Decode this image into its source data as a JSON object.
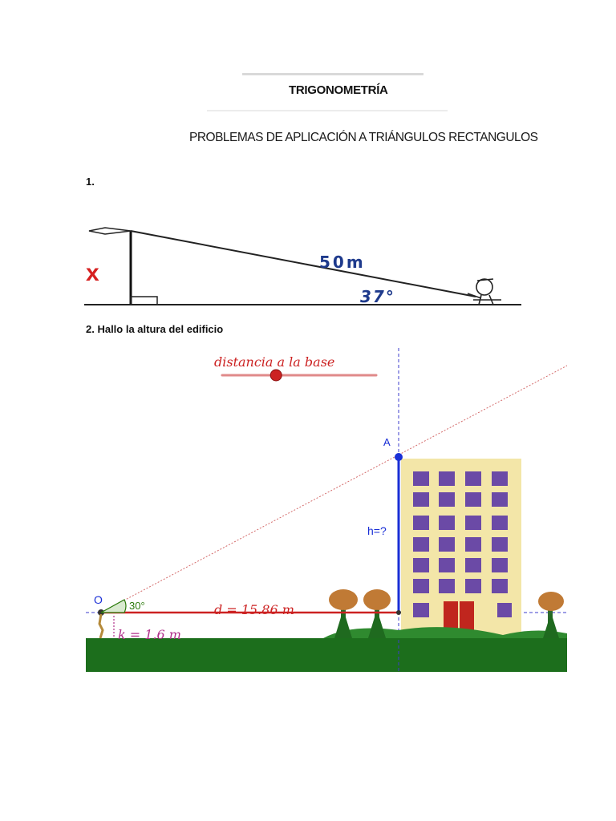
{
  "document": {
    "title": "TRIGONOMETRÍA",
    "subtitle": "PROBLEMAS DE APLICACIÓN A TRIÁNGULOS RECTANGULOS"
  },
  "problem1": {
    "number": "1.",
    "unknown_label": "x",
    "hypotenuse_label": "50m",
    "angle_label": "37°"
  },
  "problem2": {
    "heading": "2. Hallo la altura del edificio",
    "slider_label": "distancia a la base",
    "slider_value_fraction": 0.35,
    "point_a_label": "A",
    "height_label": "h=?",
    "observer_label": "O",
    "angle_label": "30°",
    "distance_label": "d = 15.86 m",
    "observer_height_label": "k = 1.6 m"
  },
  "colors": {
    "red": "#cc2222",
    "blue": "#1a2fd6",
    "ground": "#1c6e1c",
    "building": "#f3e6a8",
    "window": "#6b4aa6",
    "door": "#c0261e",
    "tree_top": "#c07a35",
    "angle_green": "#2b7a0b"
  }
}
